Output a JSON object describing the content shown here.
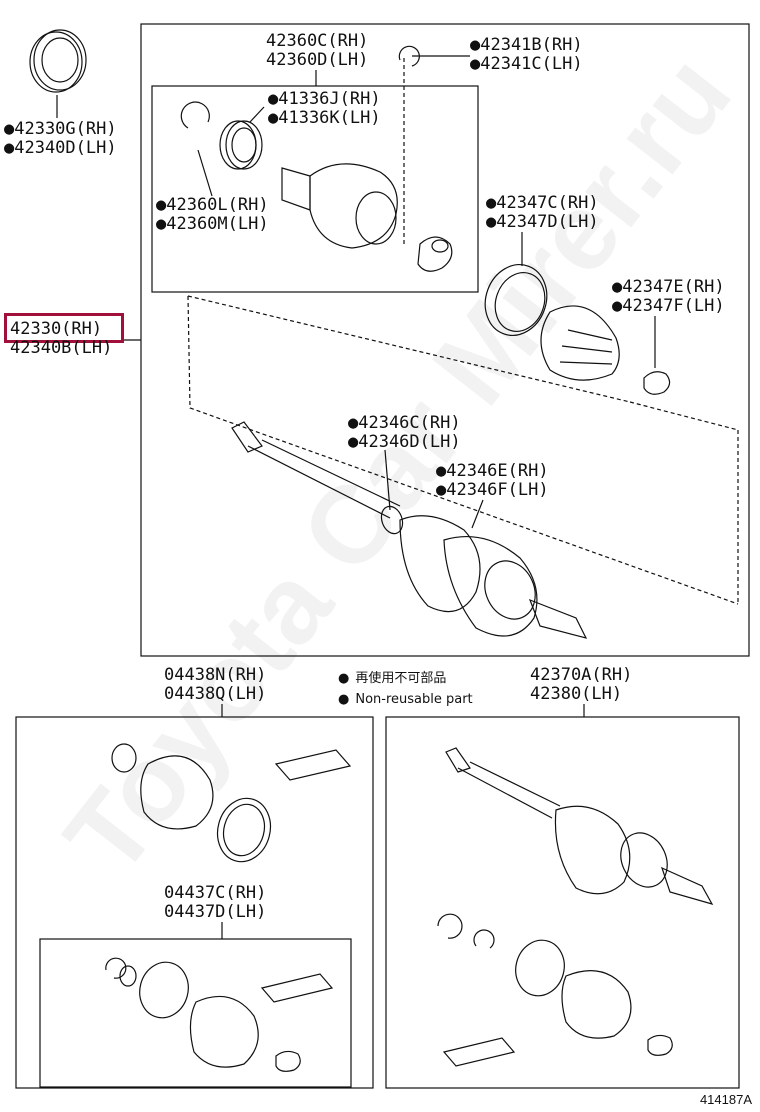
{
  "labels": {
    "outer_ring": [
      "●42330G(RH)",
      "●42340D(LH)"
    ],
    "main_assembly": [
      "42330(RH)",
      "42340B(LH)"
    ],
    "inboard_joint": [
      "42360C(RH)",
      "42360D(LH)"
    ],
    "snap_ring_a": [
      "●42341B(RH)",
      "●42341C(LH)"
    ],
    "snap_ring_b": [
      "●41336J(RH)",
      "●41336K(LH)"
    ],
    "inner_joint": [
      "●42360L(RH)",
      "●42360M(LH)"
    ],
    "boot_band_large": [
      "●42347C(RH)",
      "●42347D(LH)"
    ],
    "boot_band_small": [
      "●42347E(RH)",
      "●42347F(LH)"
    ],
    "boot_inboard": [
      "●42346C(RH)",
      "●42346D(LH)"
    ],
    "boot_outboard": [
      "●42346E(RH)",
      "●42346F(LH)"
    ],
    "boot_kit_outboard": [
      "04438N(RH)",
      "04438Q(LH)"
    ],
    "boot_kit_inboard": [
      "04437C(RH)",
      "04437D(LH)"
    ],
    "shaft_assembly": [
      "42370A(RH)",
      "42380(LH)"
    ]
  },
  "legend": {
    "jp": "再使用不可部品",
    "en": "Non-reusable part"
  },
  "figure_code": "414187A",
  "watermark": "Toyota Car Mirer.ru",
  "colors": {
    "highlight": "#a0103a",
    "ink": "#111111"
  }
}
